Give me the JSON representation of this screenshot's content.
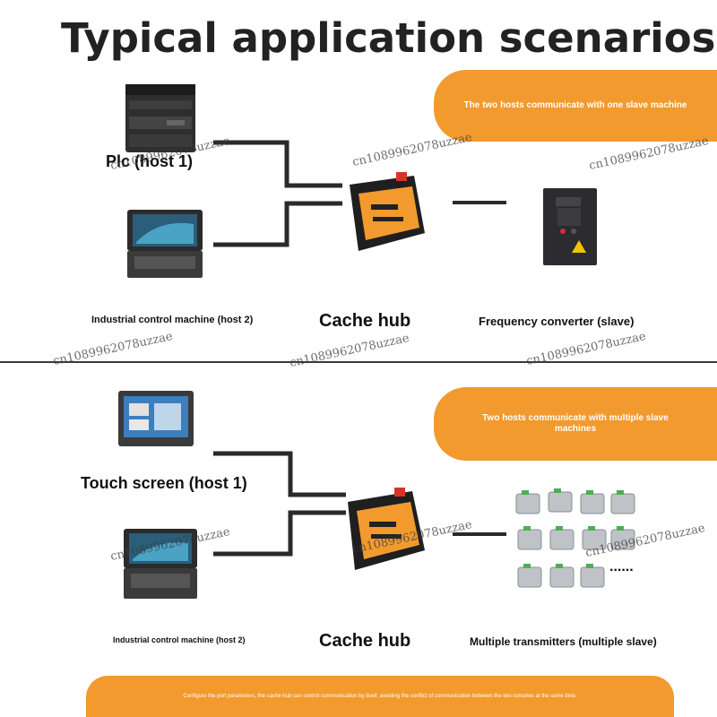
{
  "title": "Typical application scenarios",
  "scenario1": {
    "banner": "The two hosts communicate with one slave machine",
    "host1_label": "Plc (host 1)",
    "host2_label": "Industrial control machine (host 2)",
    "hub_label": "Cache hub",
    "slave_label": "Frequency converter (slave)"
  },
  "scenario2": {
    "banner": "Two hosts communicate with multiple slave machines",
    "host1_label": "Touch screen (host 1)",
    "host2_label": "Industrial control machine (host 2)",
    "hub_label": "Cache hub",
    "slave_label": "Multiple transmitters (multiple slave)",
    "ellipsis": "......"
  },
  "footer": "Configure the port parameters, the cache hub can control communication by itself, avoiding the conflict of communication between the two consoles at the same time.",
  "watermark": "cn1089962078uzzae",
  "colors": {
    "accent": "#f29a2e",
    "line": "#2a2a2a"
  }
}
